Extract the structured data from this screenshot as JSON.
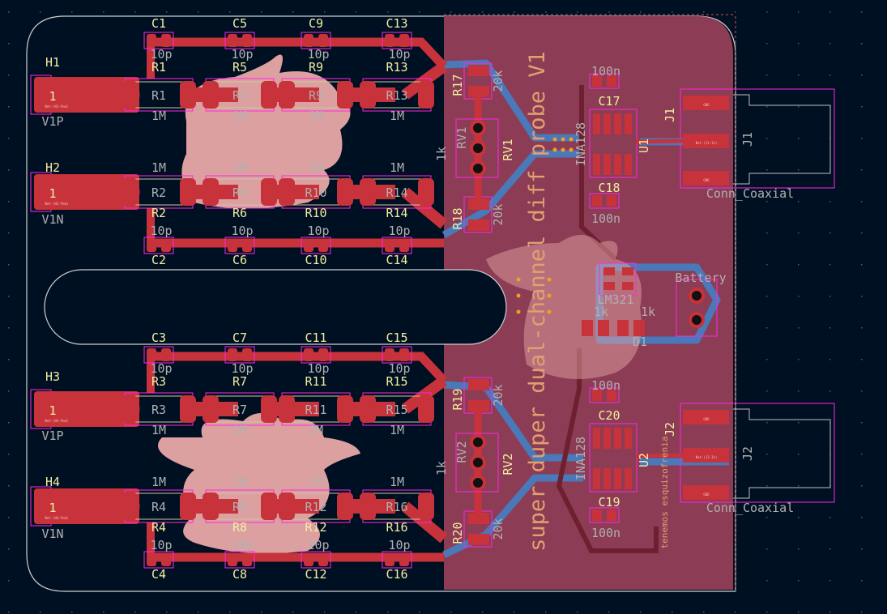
{
  "colors": {
    "background": "#001023",
    "copper_front": "#c8323a",
    "copper_pour": "#8c3c54",
    "copper_back": "#4a78b8",
    "silk": "#f2eda1",
    "fab": "#b0b0b0",
    "courtyard": "#ff26e2",
    "artwork": "#e9a9a9",
    "edge": "#d0d0d0"
  },
  "board_text": {
    "title": "super duper dual-channel diff probe V1",
    "motto": "tenemos esquizofrenia"
  },
  "channels": [
    {
      "top_caps": [
        "C1",
        "C5",
        "C9",
        "C13"
      ],
      "top_res": [
        "R1",
        "R5",
        "R9",
        "R13"
      ],
      "bot_res": [
        "R2",
        "R6",
        "R10",
        "R14"
      ],
      "bot_caps": [
        "C2",
        "C6",
        "C10",
        "C14"
      ],
      "cap_value": "10p",
      "res_value": "1M",
      "h_top": "H1",
      "h_top_net": "V1P",
      "h_top_pad": "1",
      "h_top_pad_net": "Net-(H1-Pad)",
      "h_bot": "H2",
      "h_bot_net": "V1N",
      "h_bot_pad": "1",
      "h_bot_pad_net": "Net-(H2-Pad)"
    },
    {
      "top_caps": [
        "C3",
        "C7",
        "C11",
        "C15"
      ],
      "top_res": [
        "R3",
        "R7",
        "R11",
        "R15"
      ],
      "bot_res": [
        "R4",
        "R8",
        "R12",
        "R16"
      ],
      "bot_caps": [
        "C4",
        "C8",
        "C12",
        "C16"
      ],
      "cap_value": "10p",
      "res_value": "1M",
      "h_top": "H3",
      "h_top_net": "V1P",
      "h_top_pad": "1",
      "h_top_pad_net": "Net-(H3-Pad)",
      "h_bot": "H4",
      "h_bot_net": "V1N",
      "h_bot_pad": "1",
      "h_bot_pad_net": "Net-(H4-Pad)"
    }
  ],
  "parts": {
    "r17": "R17",
    "r18": "R18",
    "r19": "R19",
    "r20": "R20",
    "r_val": "20k",
    "rv1": "RV1",
    "rv2": "RV2",
    "rv_val": "1k",
    "u1": "U1",
    "u2": "U2",
    "u_val": "INA128",
    "c17": "C17",
    "c18": "C18",
    "c19": "C19",
    "c20": "C20",
    "c_val": "100n",
    "j1": "J1",
    "j2": "J2",
    "j_val": "Conn_Coaxial",
    "j1_net": "Net-(J1-In)",
    "j2_net": "Net-(J2-In)",
    "gnd": "GND",
    "battery": "Battery",
    "lm": "LM321",
    "r1k": "1k",
    "d1": "D1"
  }
}
